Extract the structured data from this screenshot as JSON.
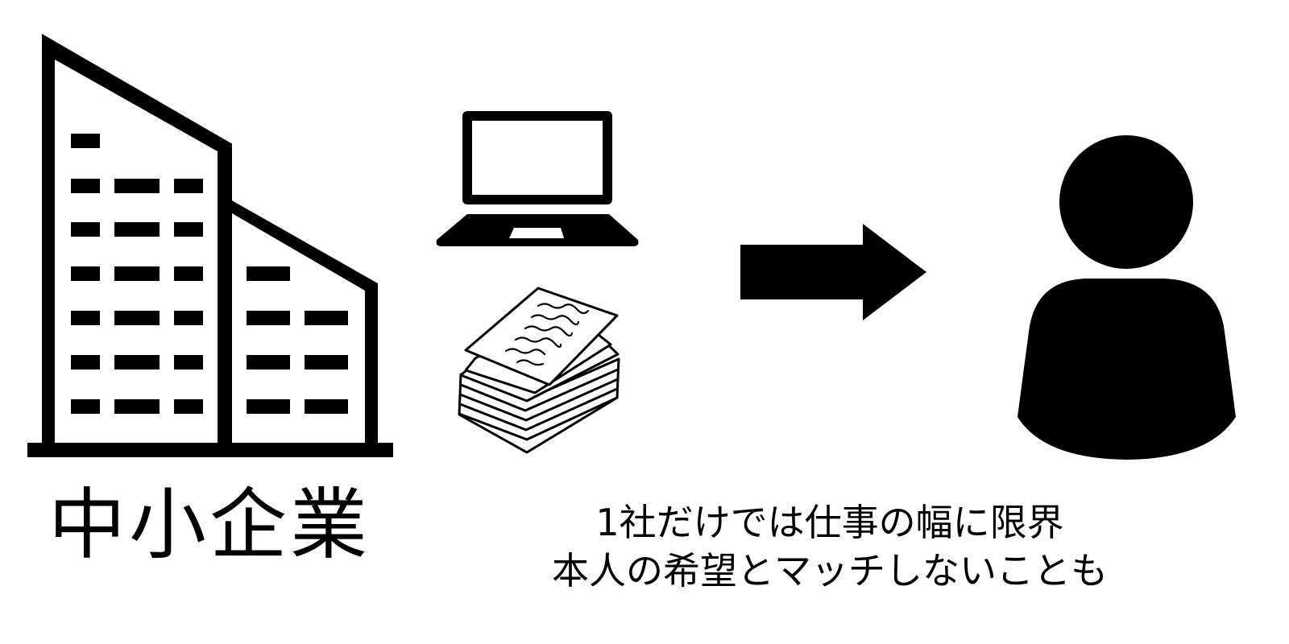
{
  "company": {
    "label": "中小企業",
    "icon": "office-building-icon"
  },
  "resources": {
    "computer_icon": "laptop-icon",
    "documents_icon": "document-stack-icon"
  },
  "flow": {
    "arrow_icon": "right-arrow-icon"
  },
  "person": {
    "icon": "person-icon"
  },
  "caption": {
    "line1": "1社だけでは仕事の幅に限界",
    "line2": "本人の希望とマッチしないことも"
  },
  "colors": {
    "foreground": "#000000",
    "background": "#ffffff"
  }
}
